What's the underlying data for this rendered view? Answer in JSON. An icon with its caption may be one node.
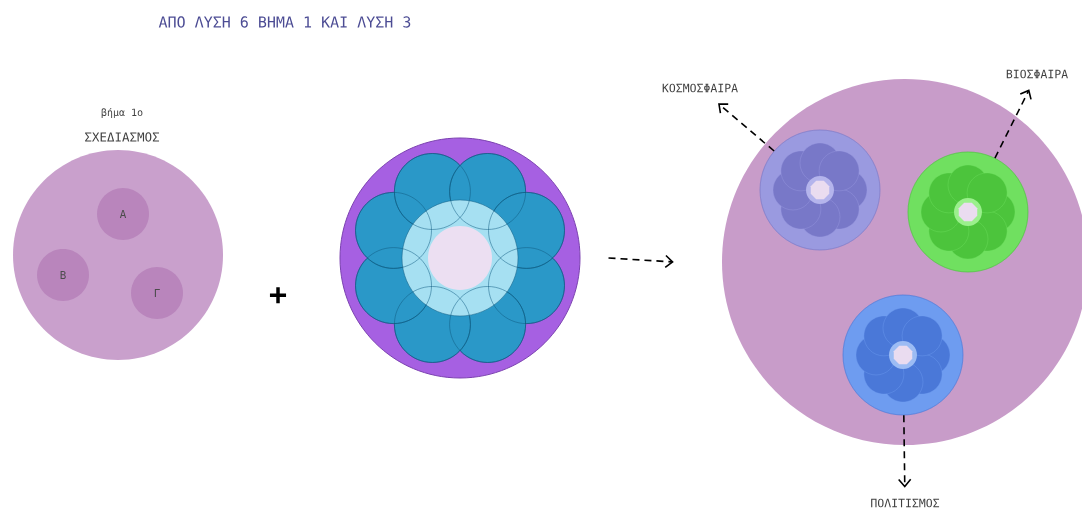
{
  "diagram": {
    "title": "ΑΠΟ ΛΥΣΗ 6 ΒΗΜΑ 1 ΚΑΙ ΛΥΣΗ 3",
    "nodes": [
      {
        "text": [
          "βήμα 1ο",
          "ΣΧΕΔΙΑΣΜΟΣ"
        ]
      },
      {
        "text": [
          "Α"
        ],
        "in": 0
      },
      {
        "text": [
          "Β"
        ],
        "in": 0
      },
      {
        "text": [
          "Γ"
        ],
        "in": 0
      },
      {
        "text": [],
        "shape": "picture"
      },
      {
        "text": [],
        "shape": "circle"
      },
      {
        "text": [],
        "shape": "picture",
        "in": 5
      },
      {
        "text": [],
        "shape": "picture",
        "in": 5
      },
      {
        "text": [],
        "shape": "picture",
        "in": 5
      },
      {
        "text": [
          "ΚΟΣΜΟΣΦΑΙΡΑ"
        ]
      },
      {
        "text": [
          "ΒΙΟΣΦΑΙΡΑ"
        ]
      },
      {
        "text": [
          "ΠΟΛΙΤΙΣΜΟΣ"
        ]
      }
    ],
    "edges": [
      {
        "from": 4,
        "to": 5,
        "arrow": "to",
        "style": "dashed"
      },
      {
        "from": 6,
        "to": 9,
        "arrow": "to",
        "style": "dashed"
      },
      {
        "from": 7,
        "to": 10,
        "arrow": "to",
        "style": "dashed"
      },
      {
        "from": 8,
        "to": 11,
        "arrow": "to",
        "style": "dashed"
      }
    ],
    "labels": [
      "+"
    ]
  }
}
